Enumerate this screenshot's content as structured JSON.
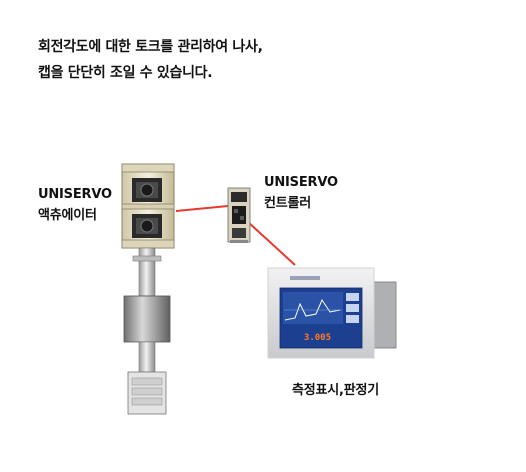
{
  "description": {
    "line1": "회전각도에 대한 토크를 관리하여 나사,",
    "line2": "캡을 단단히 조일 수 있습니다."
  },
  "actuator": {
    "line1": "UNISERVO",
    "line2": "액츄에이터"
  },
  "controller": {
    "line1": "UNISERVO",
    "line2": "컨트롤러"
  },
  "display": {
    "label": "측정표시,판정기",
    "readout": "3.005"
  },
  "colors": {
    "cable": "#e63b2e",
    "screen": "#1d3f8f",
    "readout": "#ff7a2a"
  }
}
